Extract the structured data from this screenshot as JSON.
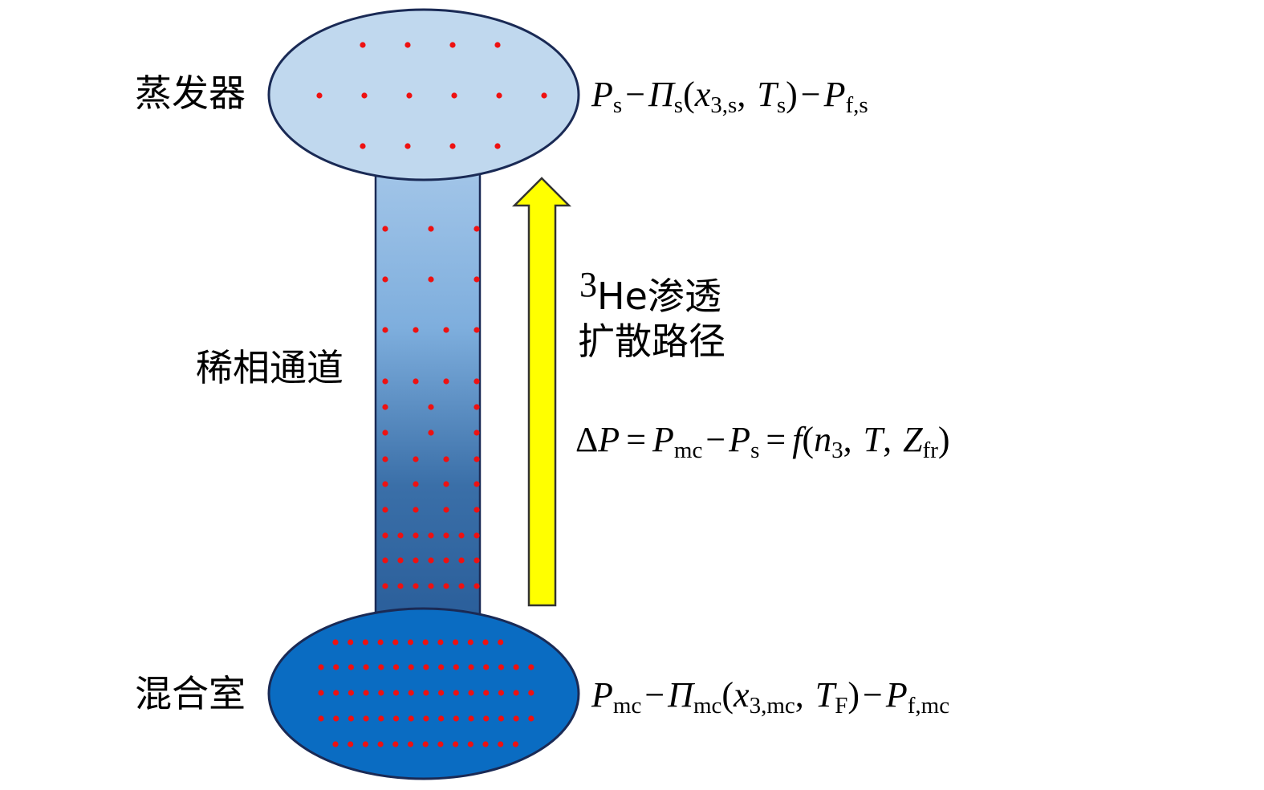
{
  "labels": {
    "evaporator": "蒸发器",
    "dilute_channel": "稀相通道",
    "mixing_chamber": "混合室",
    "path_sup": "3",
    "path_line1": "He渗透",
    "path_line2": "扩散路径"
  },
  "equations": {
    "evaporator": {
      "P": "P",
      "P_sub": "s",
      "minus1": "−",
      "Pi": "Π",
      "Pi_sub": "s",
      "open": "(",
      "x": "x",
      "x_sub": "3,s",
      "comma": ",",
      "T": "T",
      "T_sub": "s",
      "close": ")",
      "minus2": "−",
      "P2": "P",
      "P2_sub": "f,s"
    },
    "delta": {
      "Delta": "Δ",
      "P": "P",
      "eq1": "=",
      "P1": "P",
      "P1_sub": "mc",
      "minus": "−",
      "P2": "P",
      "P2_sub": "s",
      "eq2": "=",
      "f": "f",
      "open": "(",
      "n": "n",
      "n_sub": "3",
      "comma1": ",",
      "T": "T",
      "comma2": ",",
      "Z": "Z",
      "Z_sub": "fr",
      "close": ")"
    },
    "mixing": {
      "P": "P",
      "P_sub": "mc",
      "minus1": "−",
      "Pi": "Π",
      "Pi_sub": "mc",
      "open": "(",
      "x": "x",
      "x_sub": "3,mc",
      "comma": ",",
      "T": "T",
      "T_sub": "F",
      "close": ")",
      "minus2": "−",
      "P2": "P",
      "P2_sub": "f,mc"
    }
  },
  "colors": {
    "evaporator_fill": "#c0d8ee",
    "channel_top": "#a2c5e8",
    "channel_bottom": "#2a5e9a",
    "mixing_fill": "#0a6cc2",
    "dot": "#ee1111",
    "arrow": "#ffff00",
    "outline": "#1a2a55"
  }
}
